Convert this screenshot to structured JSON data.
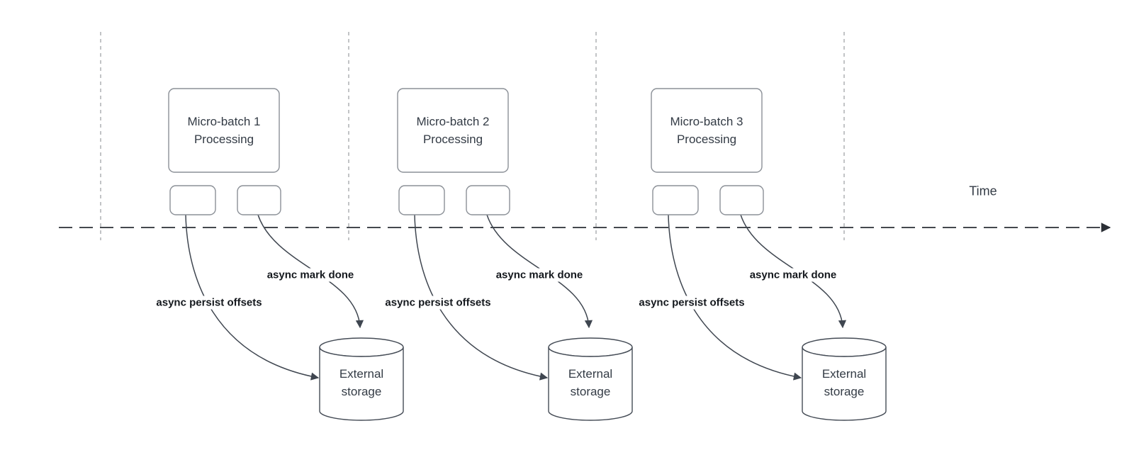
{
  "timeline": {
    "label": "Time"
  },
  "groups": [
    {
      "title": "Micro-batch 1 Processing",
      "persist_label": "async persist offsets",
      "done_label": "async mark done",
      "storage_label": "External storage"
    },
    {
      "title": "Micro-batch 2 Processing",
      "persist_label": "async persist offsets",
      "done_label": "async mark done",
      "storage_label": "External storage"
    },
    {
      "title": "Micro-batch 3 Processing",
      "persist_label": "async persist offsets",
      "done_label": "async mark done",
      "storage_label": "External storage"
    }
  ],
  "colors": {
    "shape_stroke": "#8b9097",
    "cylinder_stroke": "#454c56",
    "arrow_stroke": "#3f4650",
    "timeline_stroke": "#2b2f36",
    "guide_stroke": "#a9abae",
    "title_text": "#333b45",
    "label_text": "#14181d",
    "background": "#ffffff"
  }
}
